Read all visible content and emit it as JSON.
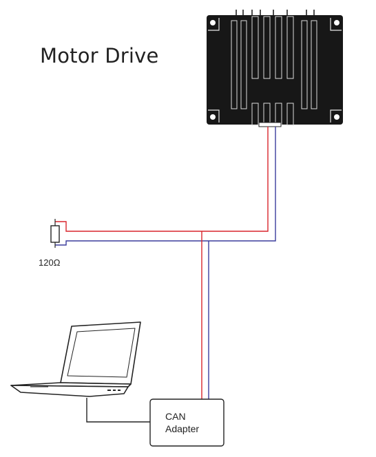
{
  "title": "Motor Drive",
  "resistor_label": "120Ω",
  "adapter": {
    "line1": "CAN",
    "line2": "Adapter"
  },
  "colors": {
    "can_high": "#d9242b",
    "can_low": "#3a3c9c",
    "device": "#161616",
    "outline": "#333333"
  },
  "icons": [
    "motor-drive-icon",
    "laptop-icon",
    "resistor-icon"
  ]
}
